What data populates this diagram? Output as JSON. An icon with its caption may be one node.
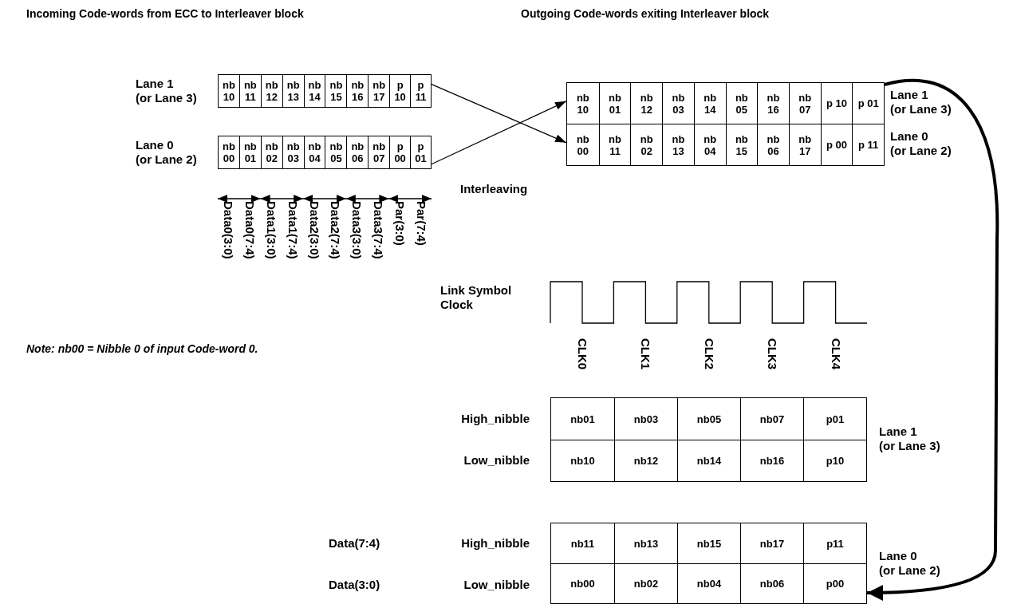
{
  "diagram": {
    "nodes": [
      {
        "text": [
          "nb 10",
          "nb 11",
          "nb 12",
          "nb 13",
          "nb 14",
          "nb 15",
          "nb 16",
          "nb 17",
          "p 10",
          "p 11"
        ],
        "beside": [
          "Lane 1 (or Lane 3)"
        ]
      },
      {
        "text": [
          "nb 00",
          "nb 01",
          "nb 02",
          "nb 03",
          "nb 04",
          "nb 05",
          "nb 06",
          "nb 07",
          "p 00",
          "p 01"
        ],
        "beside": [
          "Lane 0 (or Lane 2)"
        ]
      },
      {
        "text": [
          "nb 10",
          "nb 01",
          "nb 12",
          "nb 03",
          "nb 14",
          "nb 05",
          "nb 16",
          "nb 07",
          "p 10",
          "p 01"
        ],
        "beside": [
          "Lane 1 (or Lane 3)"
        ]
      },
      {
        "text": [
          "nb 00",
          "nb 11",
          "nb 02",
          "nb 13",
          "nb 04",
          "nb 15",
          "nb 06",
          "nb 17",
          "p 00",
          "p 11"
        ],
        "beside": [
          "Lane 0 (or Lane 2)"
        ]
      },
      {
        "text": [
          "nb01",
          "nb03",
          "nb05",
          "nb07",
          "p01",
          "nb10",
          "nb12",
          "nb14",
          "nb16",
          "p10"
        ],
        "beside": [
          "High_nibble",
          "Low_nibble",
          "Lane 1 (or Lane 3)"
        ]
      },
      {
        "text": [
          "nb11",
          "nb13",
          "nb15",
          "nb17",
          "p11",
          "nb00",
          "nb02",
          "nb04",
          "nb06",
          "p00"
        ],
        "beside": [
          "High_nibble",
          "Low_nibble",
          "Lane 0 (or Lane 2)"
        ]
      }
    ],
    "edges": [
      {
        "from": 0,
        "to": 3,
        "arrow": "to"
      },
      {
        "from": 1,
        "to": 2,
        "arrow": "to"
      },
      {
        "from": 2,
        "to": 5,
        "arrow": "to",
        "style": "thick"
      }
    ],
    "labels": [
      "Incoming Code-words from ECC to Interleaver block",
      "Outgoing Code-words exiting Interleaver block",
      "Data0(3:0)",
      "Data0(7:4)",
      "Data1(3:0)",
      "Data1(7:4)",
      "Data2(3:0)",
      "Data2(7:4)",
      "Data3(3:0)",
      "Data3(7:4)",
      "Par(3:0)",
      "Par(7:4)",
      "Interleaving",
      "Link Symbol Clock",
      "CLK0",
      "CLK1",
      "CLK2",
      "CLK3",
      "CLK4",
      "Note: nb00 = Nibble 0 of input Code-word 0.",
      "Data(7:4)",
      "Data(3:0)"
    ]
  }
}
